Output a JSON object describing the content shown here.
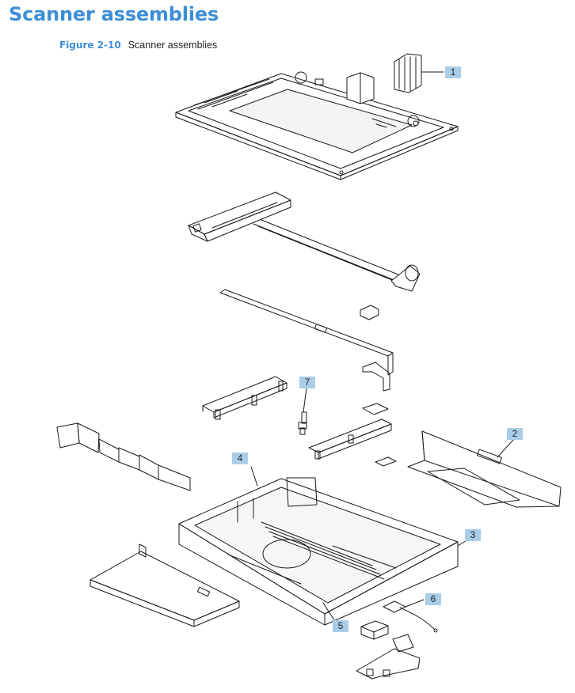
{
  "heading": "Scanner assemblies",
  "figure": {
    "number": "Figure 2-10",
    "title": "Scanner assemblies"
  },
  "callouts": [
    {
      "id": "c1",
      "label": "1"
    },
    {
      "id": "c2",
      "label": "2"
    },
    {
      "id": "c3",
      "label": "3"
    },
    {
      "id": "c4",
      "label": "4"
    },
    {
      "id": "c5",
      "label": "5"
    },
    {
      "id": "c6",
      "label": "6"
    },
    {
      "id": "c7",
      "label": "7"
    }
  ],
  "colors": {
    "heading": "#3d8ed6",
    "callout_fill": "#a9cde9",
    "line_art": "#1a1a1a"
  }
}
